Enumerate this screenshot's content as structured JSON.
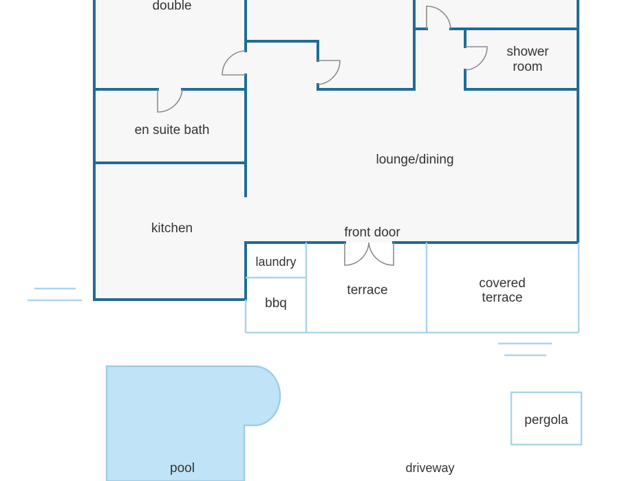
{
  "colors": {
    "wall": "#1f6d94",
    "outline": "#aad5ea",
    "pool": "#c1e3f7",
    "room": "#f7f7f7",
    "door": "#8c8c8c",
    "text": "#333333"
  },
  "rooms": {
    "double": "double",
    "shower_room_line1": "shower",
    "shower_room_line2": "room",
    "en_suite_bath": "en suite bath",
    "lounge_dining": "lounge/dining",
    "kitchen": "kitchen",
    "front_door": "front door",
    "laundry": "laundry",
    "bbq": "bbq",
    "terrace": "terrace",
    "covered_terrace_line1": "covered",
    "covered_terrace_line2": "terrace",
    "pergola": "pergola",
    "pool": "pool",
    "driveway": "driveway"
  }
}
